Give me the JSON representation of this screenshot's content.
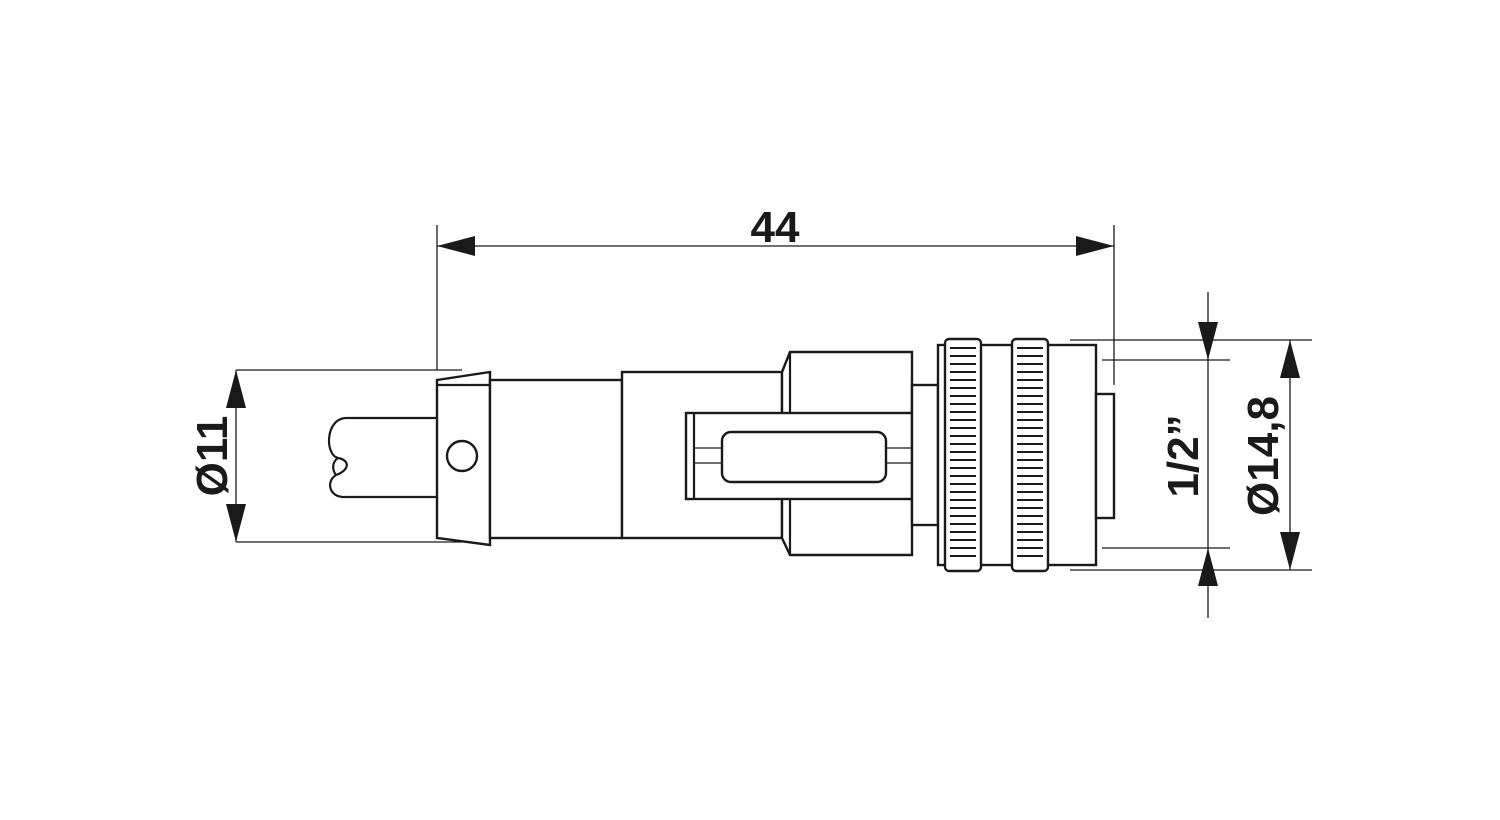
{
  "dimensions": {
    "length": "44",
    "cable_diameter": "Ø11",
    "thread": "1/2”",
    "nut_diameter": "Ø14,8"
  },
  "colors": {
    "line": "#1a1a1a",
    "background": "#ffffff"
  }
}
